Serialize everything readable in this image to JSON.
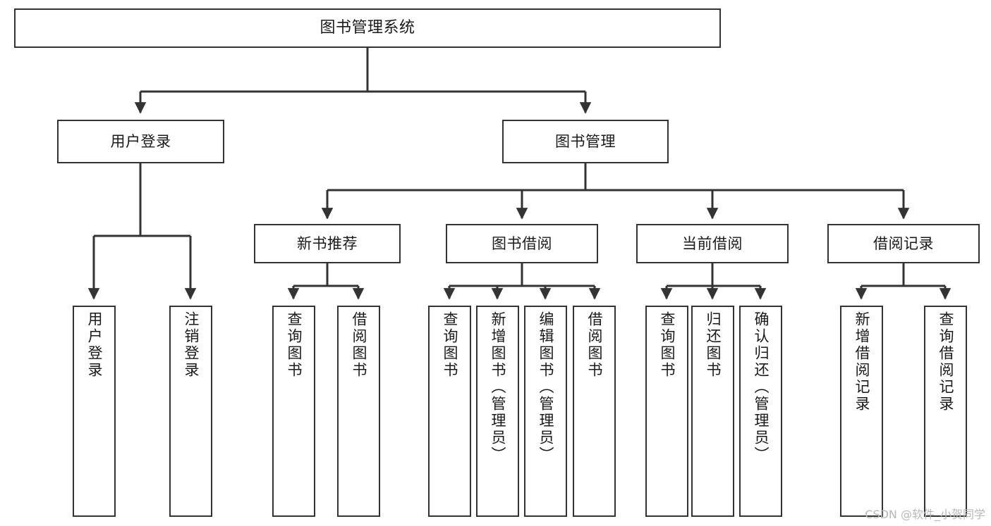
{
  "diagram": {
    "title": "图书管理系统",
    "type": "tree",
    "orientation": "top-down",
    "colors": {
      "box_border": "#333333",
      "box_fill": "#ffffff",
      "edge": "#333333",
      "text": "#1a1a1a",
      "watermark": "#b8b8b8",
      "background": "#ffffff"
    },
    "root": {
      "id": "root",
      "label": "图书管理系统"
    },
    "level2": [
      {
        "id": "login",
        "label": "用户登录"
      },
      {
        "id": "bookmgmt",
        "label": "图书管理"
      }
    ],
    "level3": [
      {
        "id": "newbook",
        "label": "新书推荐",
        "parent": "bookmgmt"
      },
      {
        "id": "borrow",
        "label": "图书借阅",
        "parent": "bookmgmt"
      },
      {
        "id": "current",
        "label": "当前借阅",
        "parent": "bookmgmt"
      },
      {
        "id": "record",
        "label": "借阅记录",
        "parent": "bookmgmt"
      }
    ],
    "leaves": [
      {
        "id": "leaf-login-1",
        "label": "用户登录",
        "parent": "login"
      },
      {
        "id": "leaf-login-2",
        "label": "注销登录",
        "parent": "login"
      },
      {
        "id": "leaf-newbook-1",
        "label": "查询图书",
        "parent": "newbook"
      },
      {
        "id": "leaf-newbook-2",
        "label": "借阅图书",
        "parent": "newbook"
      },
      {
        "id": "leaf-borrow-1",
        "label": "查询图书",
        "parent": "borrow"
      },
      {
        "id": "leaf-borrow-2",
        "label": "新增图书（管理员）",
        "parent": "borrow"
      },
      {
        "id": "leaf-borrow-3",
        "label": "编辑图书（管理员）",
        "parent": "borrow"
      },
      {
        "id": "leaf-borrow-4",
        "label": "借阅图书",
        "parent": "borrow"
      },
      {
        "id": "leaf-current-1",
        "label": "查询图书",
        "parent": "current"
      },
      {
        "id": "leaf-current-2",
        "label": "归还图书",
        "parent": "current"
      },
      {
        "id": "leaf-current-3",
        "label": "确认归还（管理员）",
        "parent": "current"
      },
      {
        "id": "leaf-record-1",
        "label": "新增借阅记录",
        "parent": "record"
      },
      {
        "id": "leaf-record-2",
        "label": "查询借阅记录",
        "parent": "record"
      }
    ],
    "watermark": "CSDN @软件_小贺同学"
  }
}
